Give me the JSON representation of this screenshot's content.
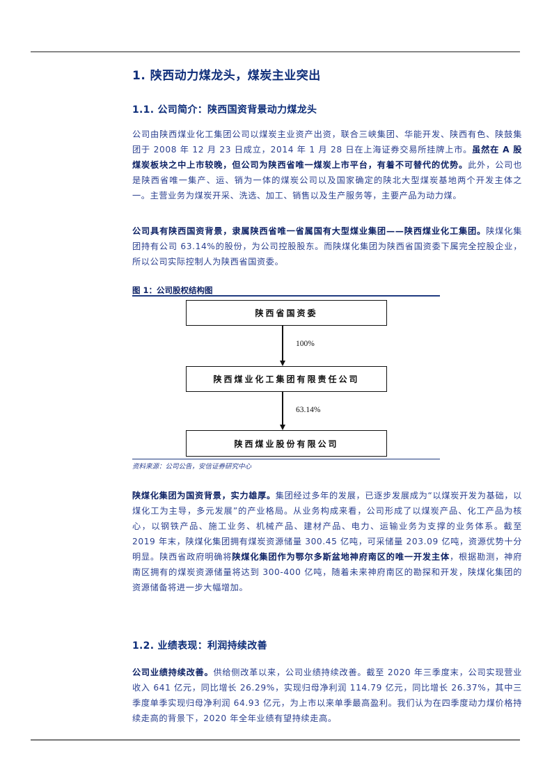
{
  "section1": {
    "heading": "1. 陕西动力煤龙头，煤炭主业突出"
  },
  "section1_1": {
    "heading": "1.1. 公司简介：陕西国资背景动力煤龙头",
    "para1": {
      "lead": "公司由陕西煤业化工集团公司以煤炭主业资产出资，联合三峡集团、华能开发、陕西有色、陕鼓集团于 2008 年 12 月 23 日成立，2014 年 1 月 28 日在上海证券交易所挂牌上市。",
      "bold": "虽然在 A 股煤炭板块之中上市较晚，但公司为陕西省唯一煤炭上市平台，有着不可替代的优势。",
      "tail": "此外，公司也是陕西省唯一集产、运、销为一体的煤炭公司以及国家确定的陕北大型煤炭基地两个开发主体之一。主营业务为煤炭开采、洗选、加工、销售以及生产服务等，主要产品为动力煤。"
    },
    "para2": {
      "bold": "公司具有陕西国资背景，隶属陕西省唯一省属国有大型煤业集团——陕西煤业化工集团。",
      "tail": "陕煤化集团持有公司 63.14%的股份，为公司控股股东。而陕煤化集团为陕西省国资委下属完全控股企业，所以公司实际控制人为陕西省国资委。"
    }
  },
  "figure1": {
    "title": "图 1：公司股权结构图",
    "nodes": [
      {
        "label": "陕西省国资委"
      },
      {
        "label": "陕西煤业化工集团有限责任公司"
      },
      {
        "label": "陕西煤业股份有限公司"
      }
    ],
    "edges": [
      {
        "label": "100%"
      },
      {
        "label": "63.14%"
      }
    ],
    "source": "资料来源：公司公告，安信证券研究中心"
  },
  "para3": {
    "bold1": "陕煤化集团为国资背景，实力雄厚。",
    "text1": "集团经过多年的发展，已逐步发展成为“以煤炭开发为基础，以煤化工为主导，多元发展”的产业格局。从业务构成来看，公司形成了以煤炭产品、化工产品为核心，以钢铁产品、施工业务、机械产品、建材产品、电力、运输业务为支撑的业务体系。截至 2019 年末，陕煤化集团拥有煤炭资源储量 300.45 亿吨，可采储量 203.09 亿吨，资源优势十分明显。陕西省政府明确将",
    "bold2": "陕煤化集团作为鄂尔多斯盆地神府南区的唯一开发主体",
    "text2": "，根据勘测，神府南区拥有的煤炭资源储量将达到 300-400 亿吨，随着未来神府南区的勘探和开发，陕煤化集团的资源储备将进一步大幅增加。"
  },
  "section1_2": {
    "heading": "1.2. 业绩表现：利润持续改善",
    "para": {
      "bold": "公司业绩持续改善。",
      "text": "供给侧改革以来，公司业绩持续改善。截至 2020 年三季度末，公司实现营业收入 641 亿元，同比增长 26.29%，实现归母净利润 114.79 亿元，同比增长 26.37%，其中三季度单季实现归母净利润 64.93 亿元，为上市以来单季最高盈利。我们认为在四季度动力煤价格持续走高的背景下，2020 年全年业绩有望持续走高。"
    }
  },
  "colors": {
    "heading": "#0f2e7a",
    "body_text": "#2a3f8f",
    "bold_text": "#0f2366",
    "rule": "#1f3a80"
  }
}
